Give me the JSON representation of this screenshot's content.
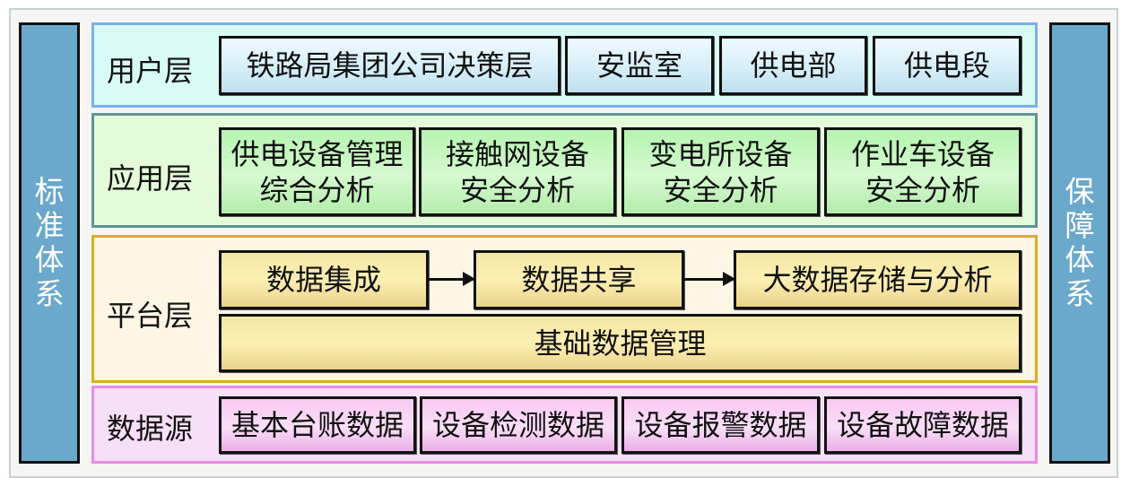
{
  "side_columns": {
    "left": {
      "label": "标准体系",
      "chars": [
        "标",
        "准",
        "体",
        "系"
      ]
    },
    "right": {
      "label": "保障体系",
      "chars": [
        "保",
        "障",
        "体",
        "系"
      ]
    }
  },
  "layers": {
    "user": {
      "label": "用户层",
      "items": [
        "铁路局集团公司决策层",
        "安监室",
        "供电部",
        "供电段"
      ]
    },
    "application": {
      "label": "应用层",
      "items": [
        {
          "line1": "供电设备管理",
          "line2": "综合分析"
        },
        {
          "line1": "接触网设备",
          "line2": "安全分析"
        },
        {
          "line1": "变电所设备",
          "line2": "安全分析"
        },
        {
          "line1": "作业车设备",
          "line2": "安全分析"
        }
      ]
    },
    "platform": {
      "label": "平台层",
      "flow": [
        "数据集成",
        "数据共享",
        "大数据存储与分析"
      ],
      "base": "基础数据管理"
    },
    "data_source": {
      "label": "数据源",
      "items": [
        "基本台账数据",
        "设备检测数据",
        "设备报警数据",
        "设备故障数据"
      ]
    }
  },
  "colors": {
    "side_fill": "#6aa8cc",
    "user_layer_border": "#74b3e8",
    "app_layer_border": "#5b9696",
    "platform_layer_border": "#d9ae1a",
    "source_layer_border": "#e98be9"
  }
}
